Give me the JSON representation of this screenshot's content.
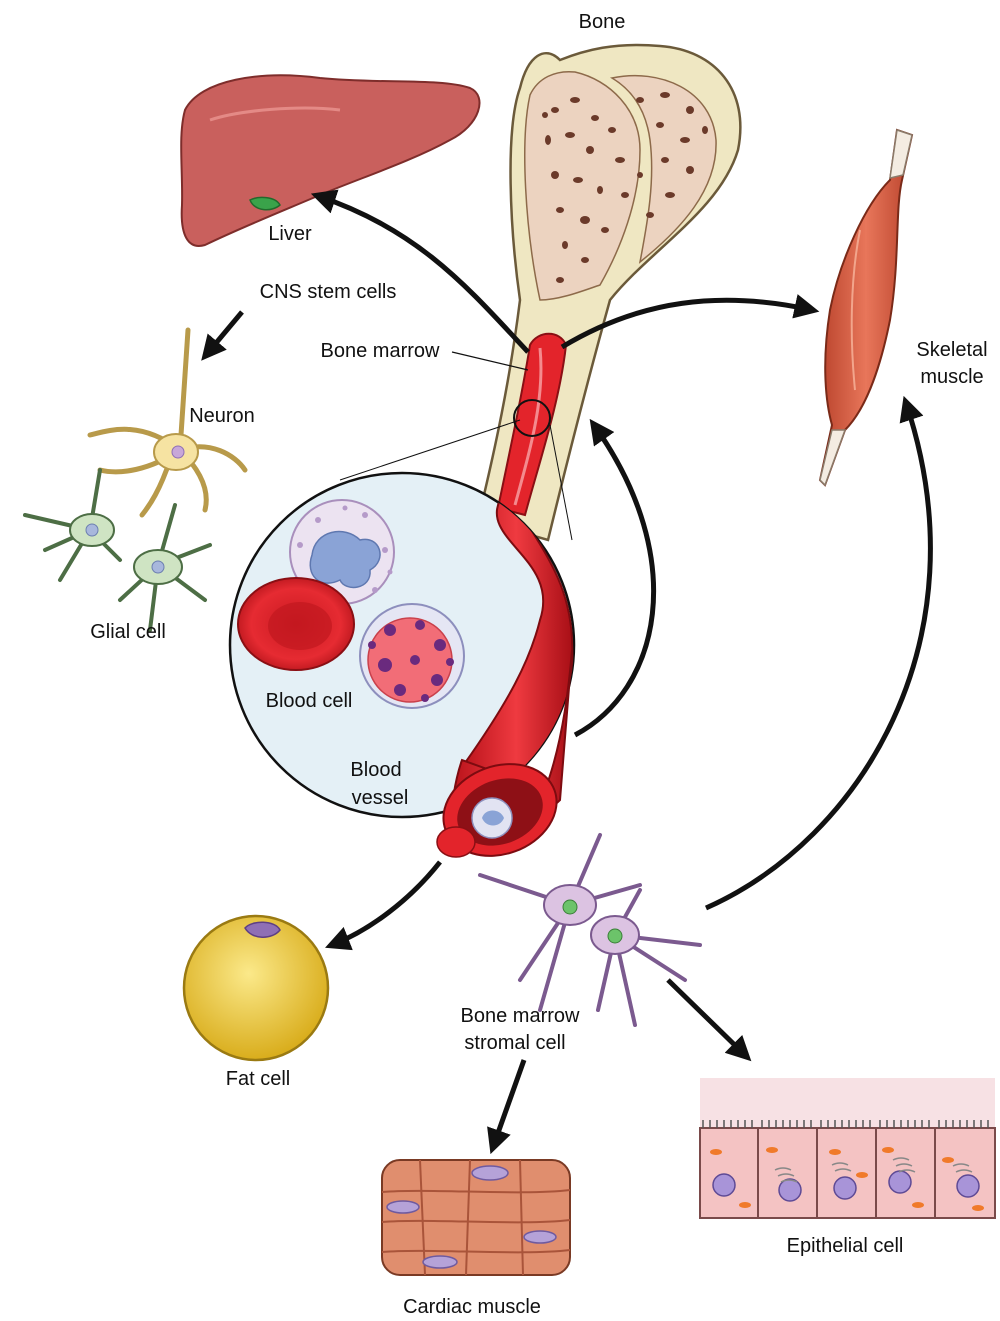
{
  "labels": {
    "bone": "Bone",
    "liver": "Liver",
    "cns_stem_cells": "CNS stem cells",
    "bone_marrow": "Bone marrow",
    "neuron": "Neuron",
    "glial_cell": "Glial cell",
    "blood_cell": "Blood cell",
    "blood_vessel_line1": "Blood",
    "blood_vessel_line2": "vessel",
    "skeletal_muscle_line1": "Skeletal",
    "skeletal_muscle_line2": "muscle",
    "fat_cell": "Fat cell",
    "stromal_line1": "Bone marrow",
    "stromal_line2": "stromal cell",
    "cardiac_muscle": "Cardiac muscle",
    "epithelial_cell": "Epithelial cell"
  },
  "colors": {
    "bone_shell": "#efe7c2",
    "bone_spongy": "#ecd3c0",
    "bone_pores": "#6b3a2a",
    "marrow_red": "#e3242b",
    "liver": "#c9605d",
    "muscle": "#d85a3e",
    "fat_cell": "#f3d040",
    "neuron": "#f6e3a2",
    "glial": "#cfe4c3",
    "stromal": "#dcc3e2",
    "nucleus": "#8f6fb5",
    "epithelium": "#f4c3c3",
    "magnifier": "#e4f0f6",
    "arrow": "#111111"
  }
}
